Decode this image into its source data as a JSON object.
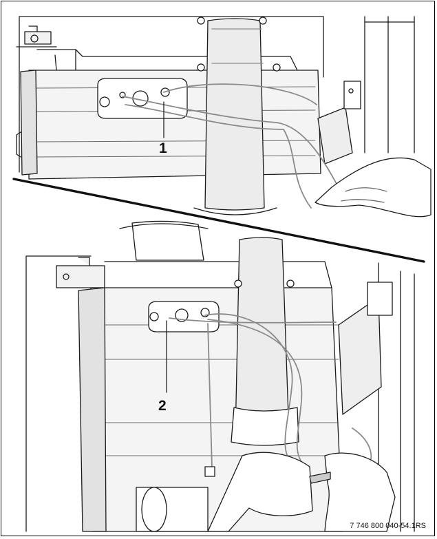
{
  "callouts": {
    "one": "1",
    "two": "2"
  },
  "reference_code": "7 746 800 040-54.1RS",
  "colors": {
    "line": "#1a1a1a",
    "shade": "#dadada",
    "wire": "#8a8a8a",
    "background": "#ffffff"
  }
}
